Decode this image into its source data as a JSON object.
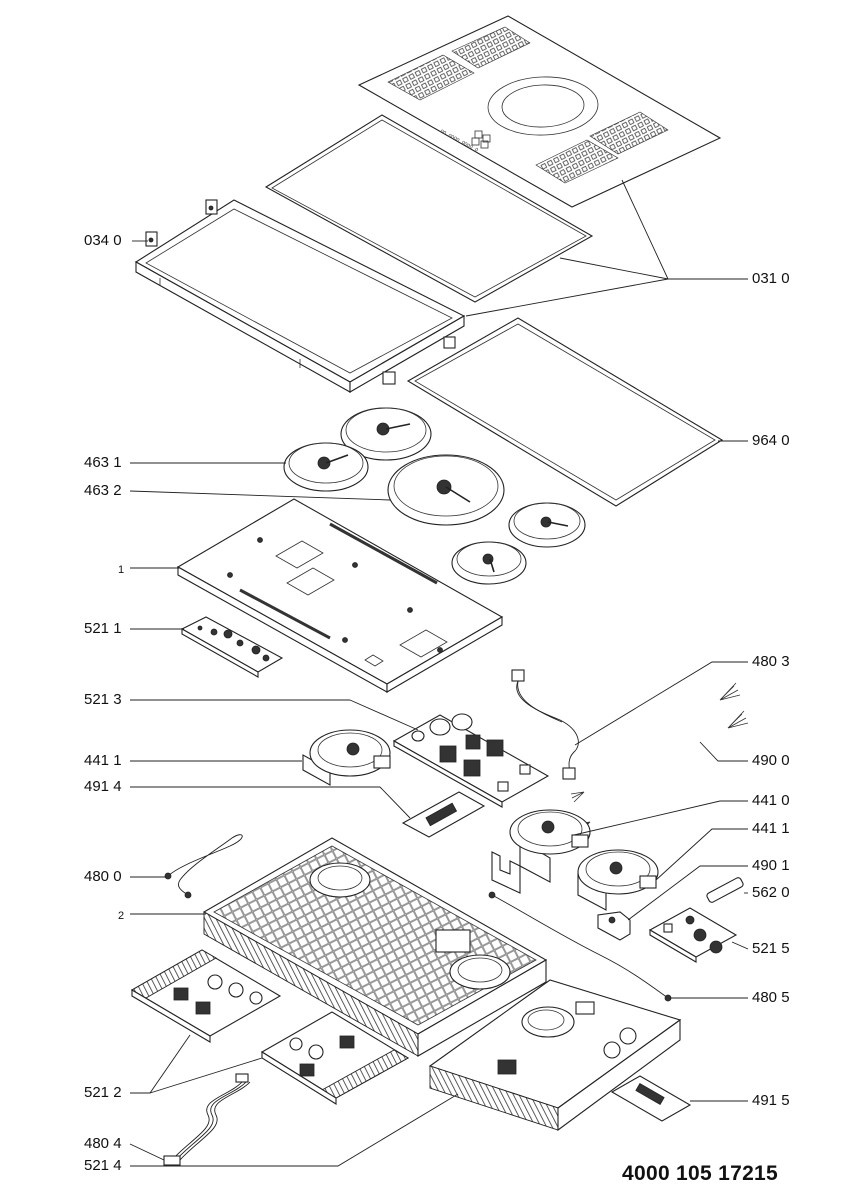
{
  "diagram": {
    "labels_left": [
      {
        "id": "p034",
        "text": "034 0"
      },
      {
        "id": "p4631",
        "text": "463 1"
      },
      {
        "id": "p4632",
        "text": "463 2"
      },
      {
        "id": "p1",
        "text": "1"
      },
      {
        "id": "p5211",
        "text": "521 1"
      },
      {
        "id": "p5213",
        "text": "521 3"
      },
      {
        "id": "p4411",
        "text": "441 1"
      },
      {
        "id": "p4914",
        "text": "491 4"
      },
      {
        "id": "p4800",
        "text": "480 0"
      },
      {
        "id": "p2",
        "text": "2"
      },
      {
        "id": "p5212",
        "text": "521 2"
      },
      {
        "id": "p4804",
        "text": "480 4"
      },
      {
        "id": "p5214",
        "text": "521 4"
      }
    ],
    "labels_right": [
      {
        "id": "p031",
        "text": "031 0"
      },
      {
        "id": "p964",
        "text": "964 0"
      },
      {
        "id": "p4803",
        "text": "480 3"
      },
      {
        "id": "p4900",
        "text": "490 0"
      },
      {
        "id": "p4410",
        "text": "441 0"
      },
      {
        "id": "p4411b",
        "text": "441 1"
      },
      {
        "id": "p4901",
        "text": "490 1"
      },
      {
        "id": "p5620",
        "text": "562 0"
      },
      {
        "id": "p5215",
        "text": "521 5"
      },
      {
        "id": "p4805",
        "text": "480 5"
      },
      {
        "id": "p4915",
        "text": "491 5"
      }
    ],
    "document_number": "4000 105 17215",
    "glass_top_marking": "OO OOOO OOOO O"
  }
}
